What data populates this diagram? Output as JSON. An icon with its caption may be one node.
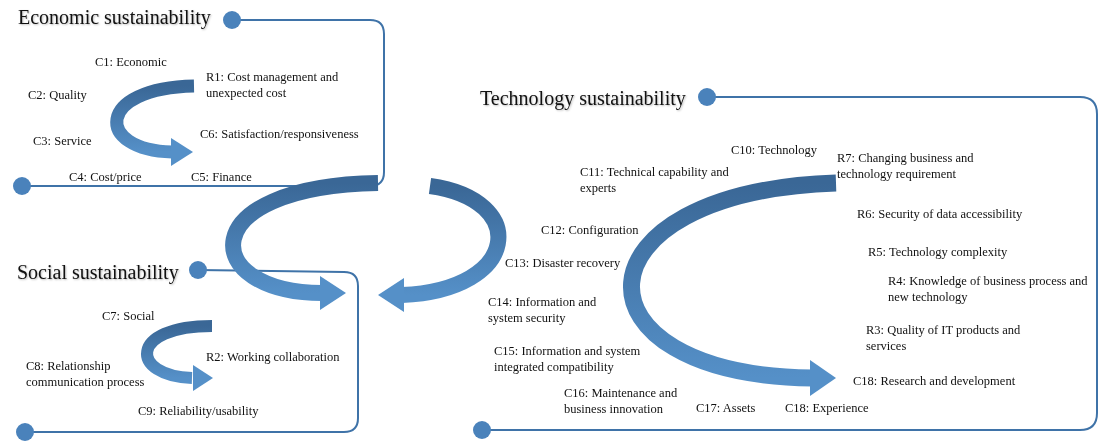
{
  "diagram": {
    "labels": [
      "Economic sustainability",
      "C1: Economic",
      "R1: Cost management and unexpected cost",
      "C2: Quality",
      "C3: Service",
      "C6: Satisfaction/responsiveness",
      "C4: Cost/price",
      "C5: Finance",
      "Technology sustainability",
      "C10: Technology",
      "R7: Changing business and technology requirement",
      "C11: Technical capability and experts",
      "R6: Security of data accessibility",
      "C12: Configuration",
      "Social sustainability",
      "C13: Disaster recovery",
      "R5: Technology complexity",
      "R4: Knowledge of business process and new technology",
      "C14: Information and system security",
      "C7: Social",
      "R3: Quality of IT products and services",
      "C8: Relationship communication process",
      "R2: Working collaboration",
      "C15: Information and system integrated compatibility",
      "C18: Research and development",
      "C16: Maintenance and business innovation",
      "C17: Assets",
      "C18: Experience",
      "C9: Reliability/usability"
    ]
  }
}
